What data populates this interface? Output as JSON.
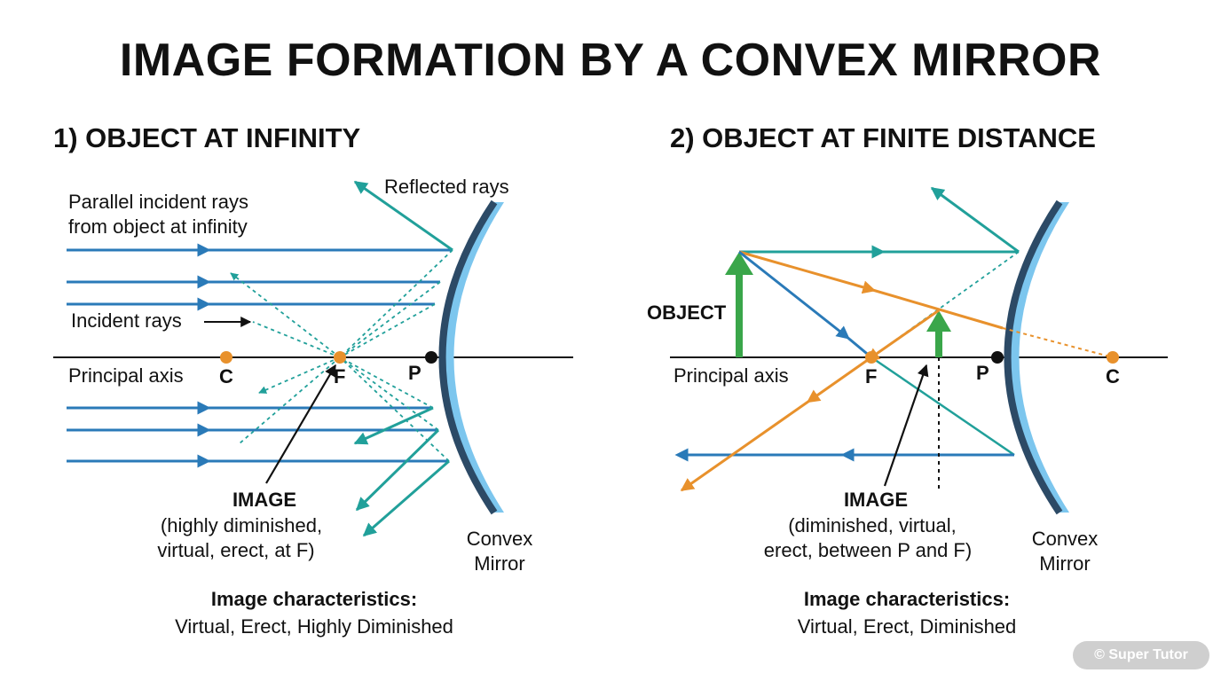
{
  "title": "IMAGE FORMATION BY A CONVEX MIRROR",
  "colors": {
    "incident_blue": "#2a7ab8",
    "reflected_teal": "#21a09a",
    "mirror_light": "#7cc6ee",
    "mirror_dark": "#2c4a66",
    "orange": "#e8912c",
    "green": "#3aa64a"
  },
  "panel1": {
    "heading": "1) OBJECT AT INFINITY",
    "reflected_rays": "Reflected rays",
    "parallel_line1": "Parallel incident rays",
    "parallel_line2": "from object at infinity",
    "incident_rays": "Incident rays",
    "principal_axis": "Principal axis",
    "pt_c": "C",
    "pt_f": "F",
    "pt_p": "P",
    "image_title": "IMAGE",
    "image_line1": "(highly diminished,",
    "image_line2": "virtual, erect, at F)",
    "mirror_line1": "Convex",
    "mirror_line2": "Mirror",
    "char_title": "Image characteristics:",
    "char_text": "Virtual, Erect, Highly Diminished"
  },
  "panel2": {
    "heading": "2) OBJECT AT FINITE DISTANCE",
    "object_label": "OBJECT",
    "principal_axis": "Principal axis",
    "pt_f": "F",
    "pt_p": "P",
    "pt_c": "C",
    "image_title": "IMAGE",
    "image_line1": "(diminished, virtual,",
    "image_line2": "erect, between P and F)",
    "mirror_line1": "Convex",
    "mirror_line2": "Mirror",
    "char_title": "Image characteristics:",
    "char_text": "Virtual, Erect, Diminished"
  },
  "watermark": "© Super Tutor"
}
